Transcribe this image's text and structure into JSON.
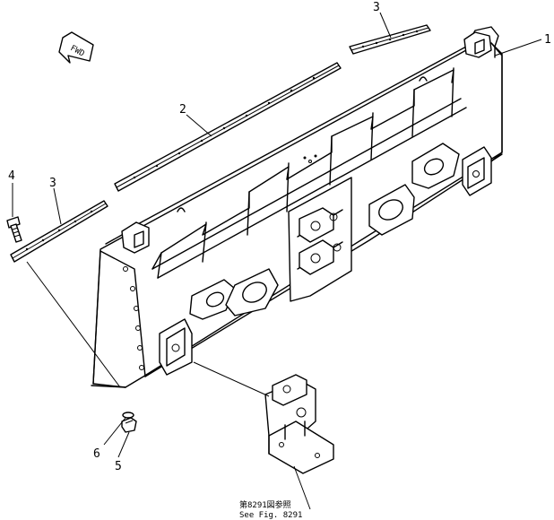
{
  "callouts": {
    "c1": "1",
    "c2": "2",
    "c3a": "3",
    "c3b": "3",
    "c4": "4",
    "c5": "5",
    "c6": "6"
  },
  "fwd_arrow": "FWD",
  "reference": {
    "line1": "第8291図参照",
    "line2": "See Fig. 8291"
  }
}
